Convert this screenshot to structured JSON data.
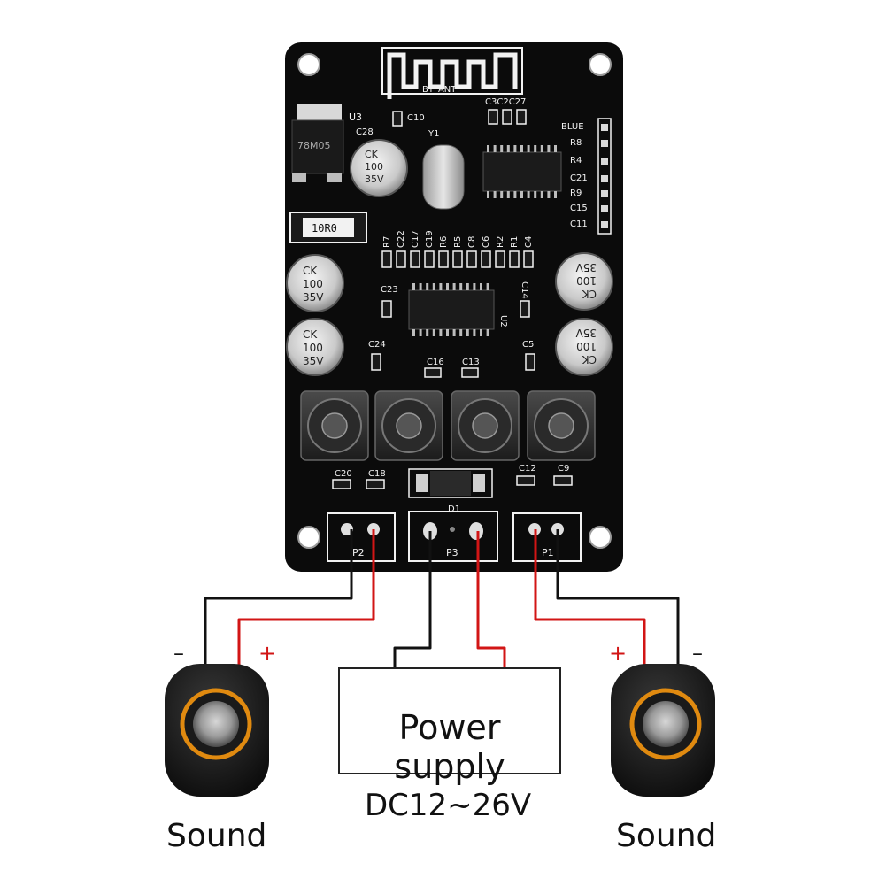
{
  "board": {
    "antenna_label": "BT_ANT",
    "regulator_label": "U3",
    "regulator_marking": "78M05",
    "resistor_marking": "10R0",
    "crystal_label": "Y1",
    "amp_ic_label": "U2",
    "bt_led_label": "BLUE",
    "diode_label": "D1",
    "capacitor_marking": [
      "CK",
      "100",
      "35V"
    ],
    "smd_labels": {
      "c10": "C10",
      "c28": "C28",
      "c3c2c27": "C3C2C27",
      "r8": "R8",
      "r4": "R4",
      "c21": "C21",
      "r9": "R9",
      "c15": "C15",
      "c11": "C11",
      "r7": "R7",
      "c22": "C22",
      "c17": "C17",
      "c19": "C19",
      "r6": "R6",
      "r5": "R5",
      "c8": "C8",
      "c6": "C6",
      "r2": "R2",
      "r1": "R1",
      "c4": "C4",
      "c23": "C23",
      "c14": "C14",
      "c24": "C24",
      "c5": "C5",
      "c16": "C16",
      "c13": "C13",
      "c20": "C20",
      "c18": "C18",
      "c12": "C12",
      "c9": "C9"
    },
    "ports": {
      "p2": "P2",
      "p3": "P3",
      "p1": "P1"
    }
  },
  "diagram": {
    "left_speaker": {
      "label": "Sound",
      "minus": "–",
      "plus": "+"
    },
    "right_speaker": {
      "label": "Sound",
      "minus": "–",
      "plus": "+"
    },
    "power_supply": {
      "label": "Power supply",
      "voltage": "DC12~26V"
    }
  },
  "colors": {
    "pcb": "#0b0b0b",
    "silkscreen": "#f2f2f2",
    "wire_positive": "#d21515",
    "wire_negative": "#111111",
    "speaker_ring": "#e08a10"
  }
}
